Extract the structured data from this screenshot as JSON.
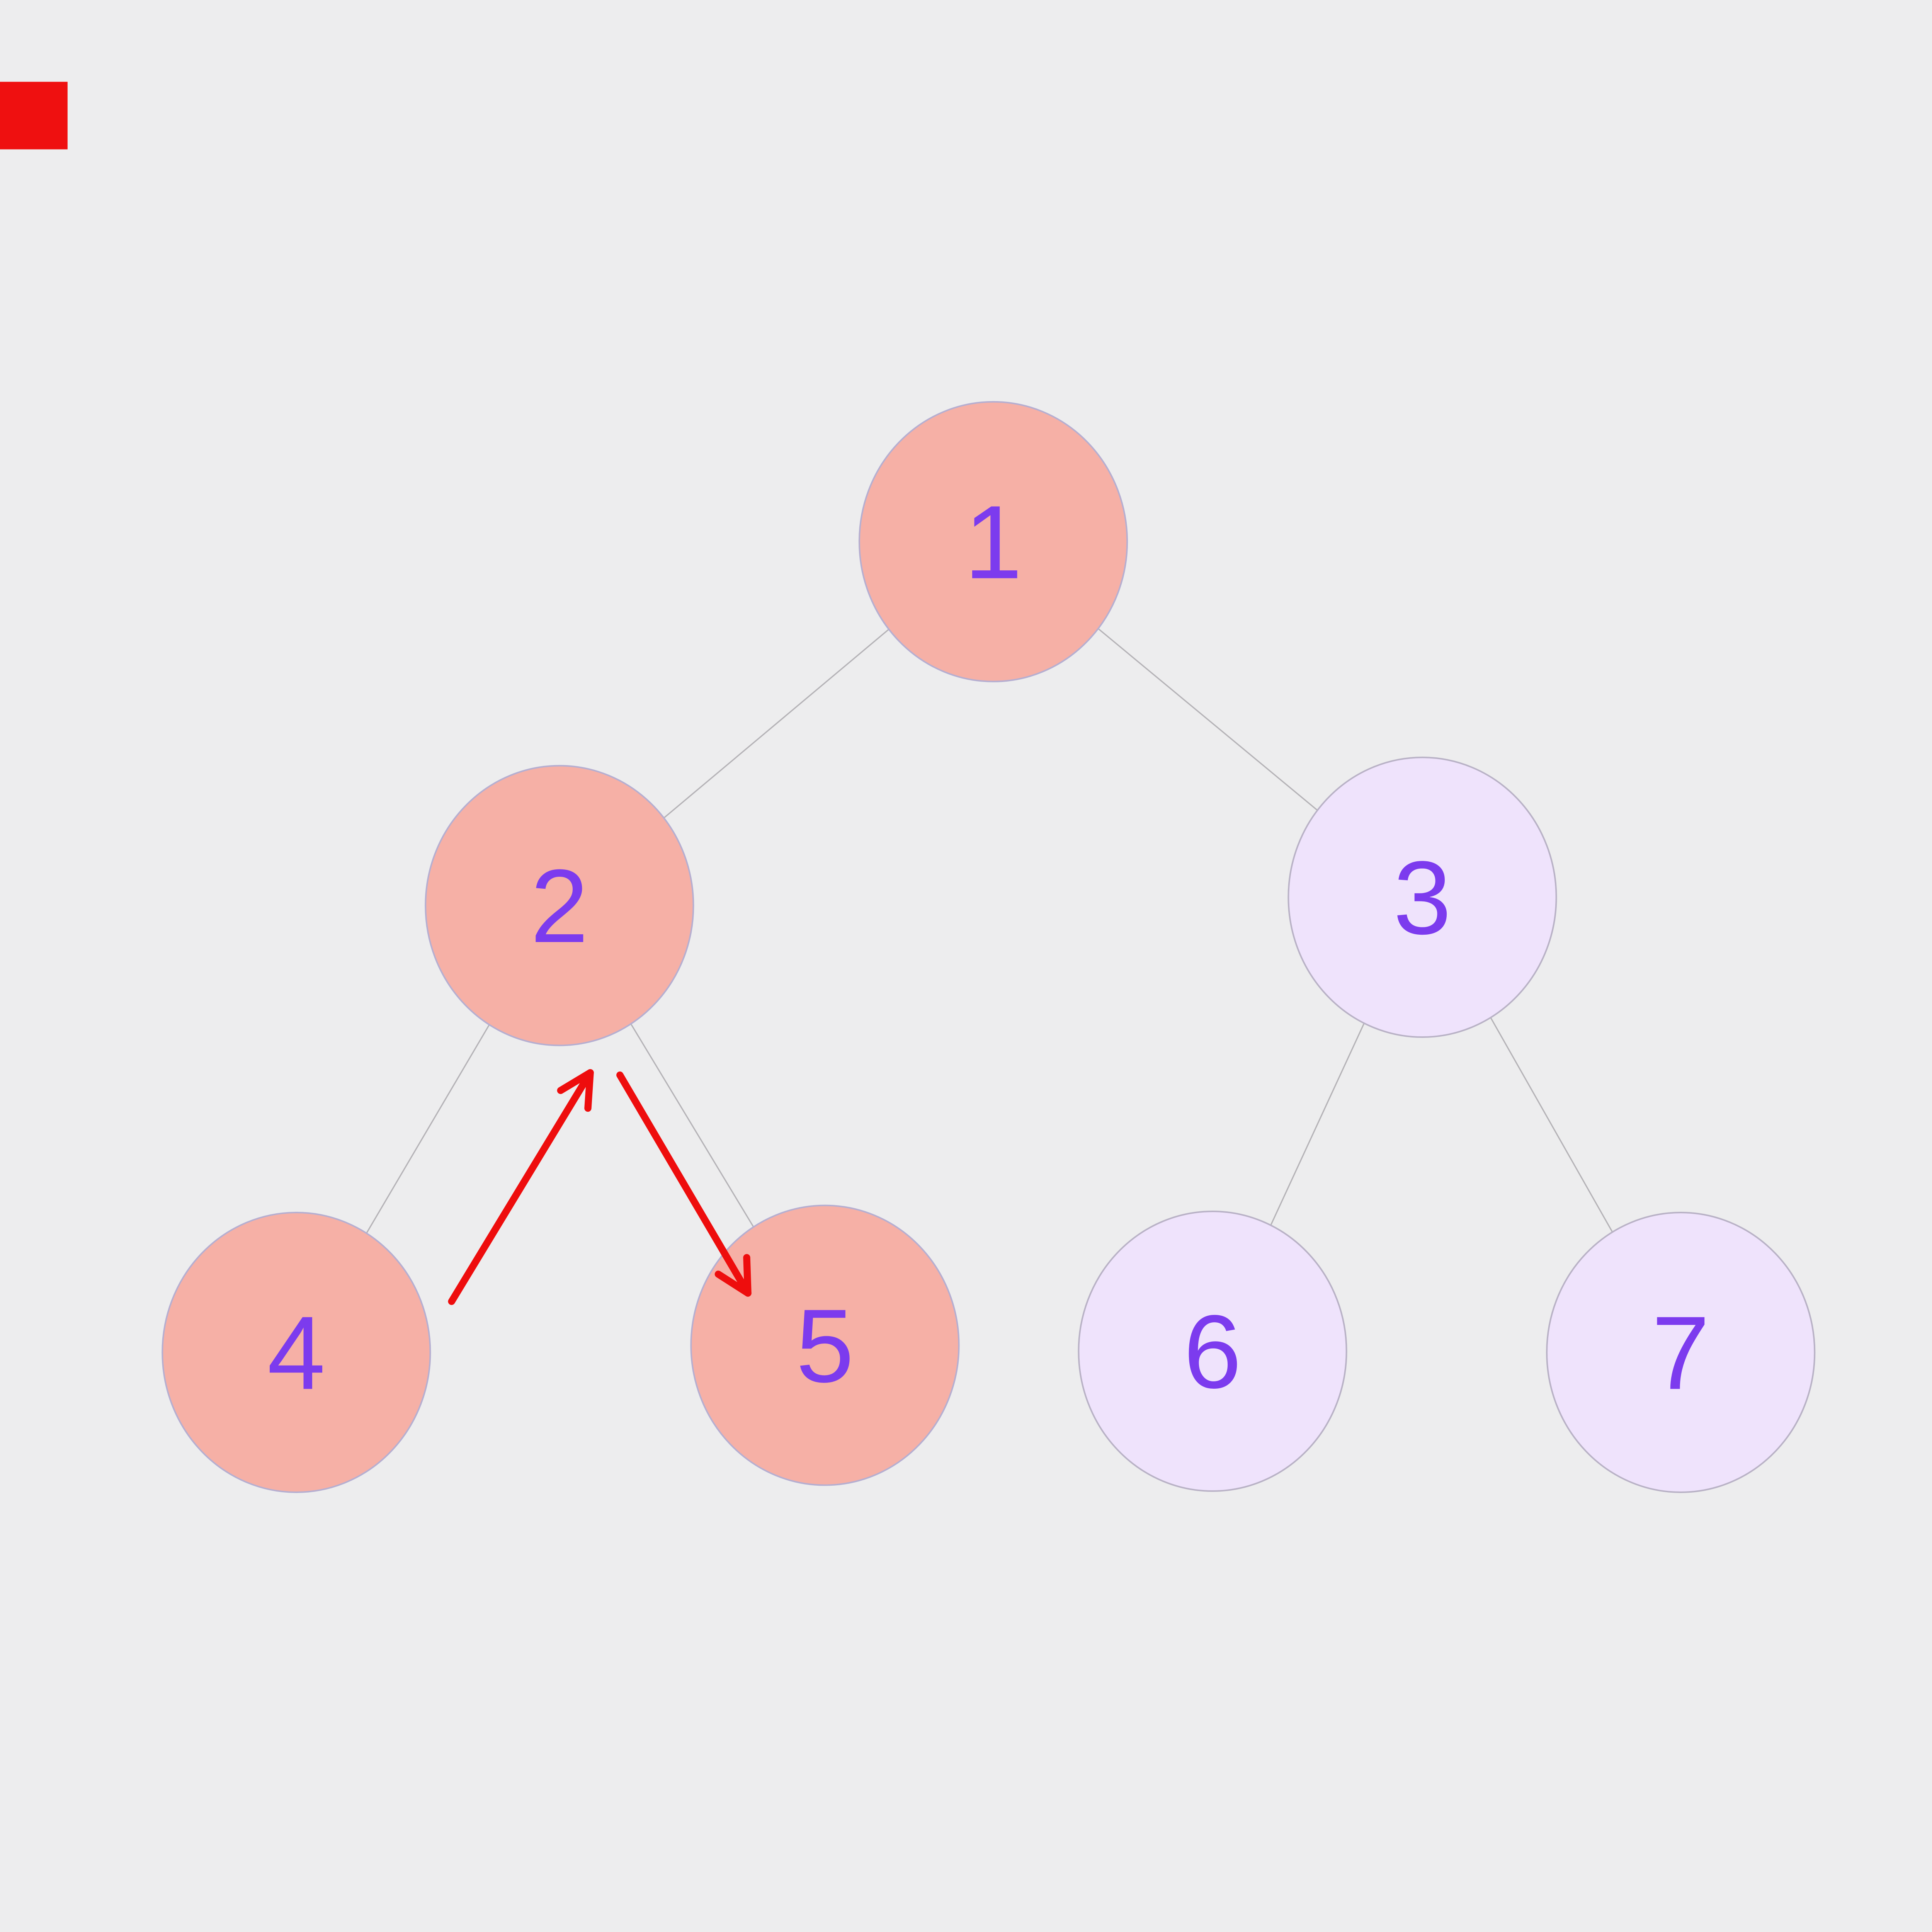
{
  "diagram": {
    "kind": "binary-tree-traversal",
    "background_color": "#ededee",
    "corner_marker_color": "#ef1010"
  },
  "colors": {
    "visited_fill": "#f6b0a6",
    "visited_stroke": "#b6afd1",
    "unvisited_fill": "#efe3fc",
    "unvisited_stroke": "#b9b2c6",
    "label_color": "#7c3bee",
    "edge_color": "#b5b3b7",
    "arrow_color": "#ee0d0d"
  },
  "nodes": [
    {
      "label": "1",
      "state": "visited"
    },
    {
      "label": "2",
      "state": "visited"
    },
    {
      "label": "3",
      "state": "unvisited"
    },
    {
      "label": "4",
      "state": "visited"
    },
    {
      "label": "5",
      "state": "visited"
    },
    {
      "label": "6",
      "state": "unvisited"
    },
    {
      "label": "7",
      "state": "unvisited"
    }
  ],
  "edges": [
    "1-2",
    "1-3",
    "2-4",
    "2-5",
    "3-6",
    "3-7"
  ],
  "arrows": [
    {
      "from": "4",
      "to": "2"
    },
    {
      "from": "2",
      "to": "5"
    }
  ]
}
